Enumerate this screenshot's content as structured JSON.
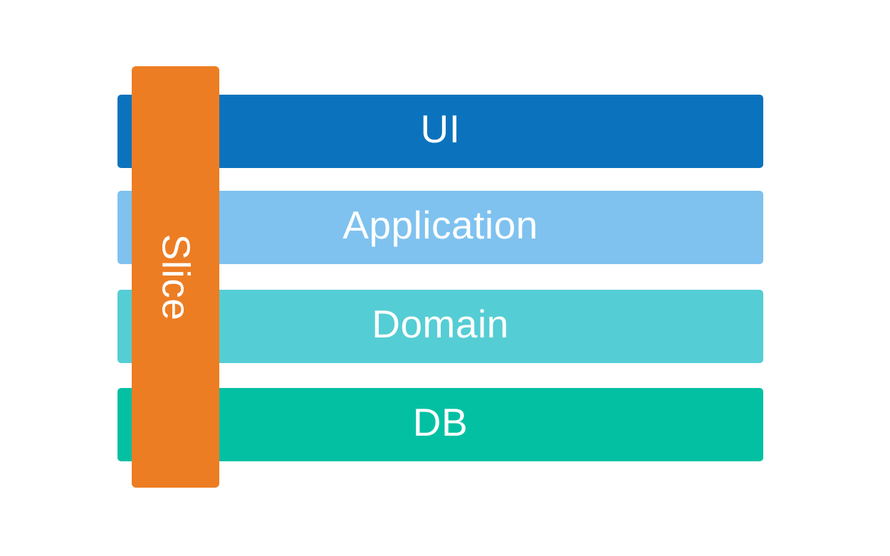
{
  "diagram": {
    "title": "layered-architecture-slice",
    "background_color": "#ffffff",
    "text_color": "#ffffff",
    "layers": [
      {
        "label": "UI",
        "color": "#0b73bd"
      },
      {
        "label": "Application",
        "color": "#7fc2ef"
      },
      {
        "label": "Domain",
        "color": "#55cdd4"
      },
      {
        "label": "DB",
        "color": "#03c0a2"
      }
    ],
    "slice": {
      "label": "Slice",
      "color": "#ed7d23"
    }
  }
}
